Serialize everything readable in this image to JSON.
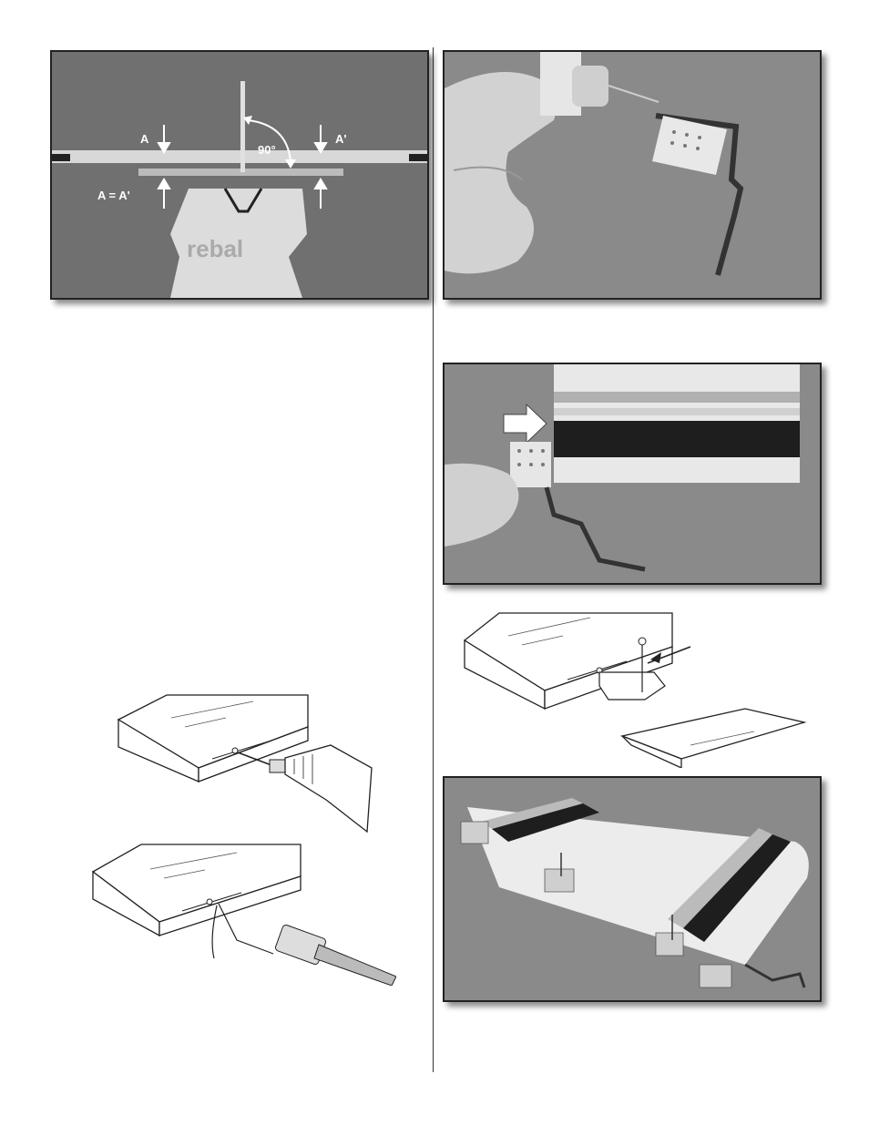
{
  "figures": {
    "fuselage_alignment": {
      "label_a": "A",
      "label_a_prime": "A'",
      "label_angle": "90°",
      "label_equal": "A = A'"
    }
  },
  "colors": {
    "photo_background": "#6f6f6f",
    "stripe_dark": "#1e1e1e",
    "stripe_mid": "#9a9a9a",
    "line_art": "#222222"
  }
}
